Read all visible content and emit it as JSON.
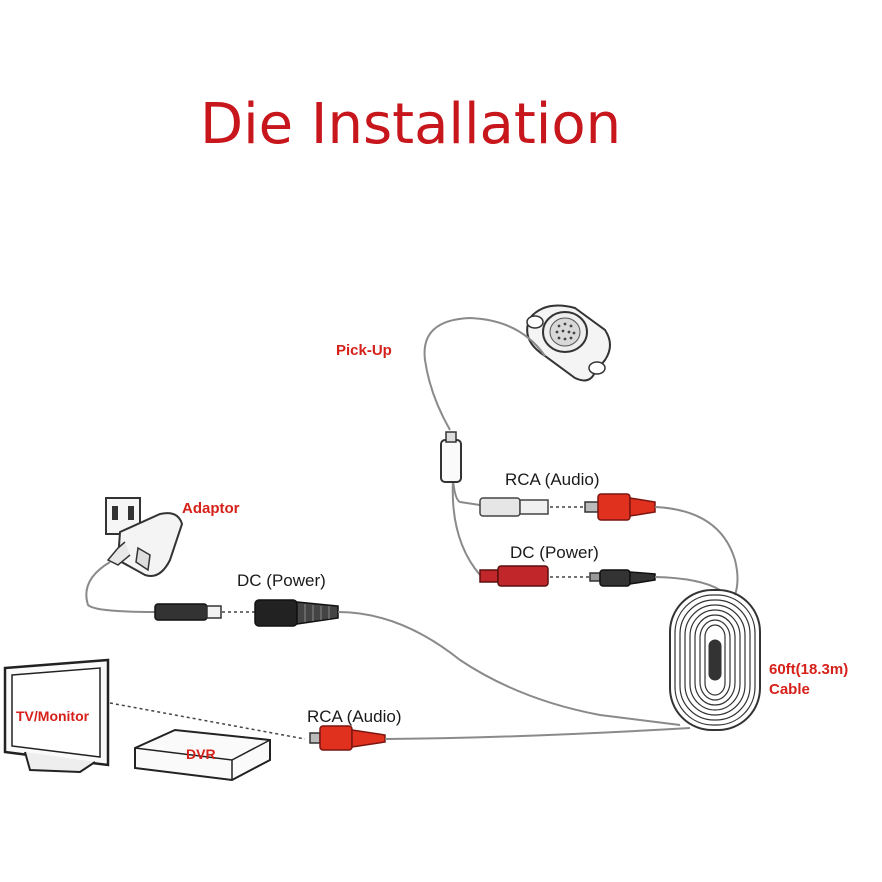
{
  "title": "Die Installation",
  "labels": {
    "pickup": "Pick-Up",
    "adaptor": "Adaptor",
    "rca_audio_top": "RCA (Audio)",
    "dc_power_top": "DC (Power)",
    "dc_power_left": "DC (Power)",
    "cable_length": "60ft(18.3m)",
    "cable": "Cable",
    "tv_monitor": "TV/Monitor",
    "dvr": "DVR",
    "rca_audio_bottom": "RCA (Audio)"
  },
  "colors": {
    "title": "#c8161d",
    "label_red": "#d6201a",
    "rca_red": "#e0301e",
    "dc_red": "#c0262a",
    "cable_gray": "#8a8a8a"
  }
}
